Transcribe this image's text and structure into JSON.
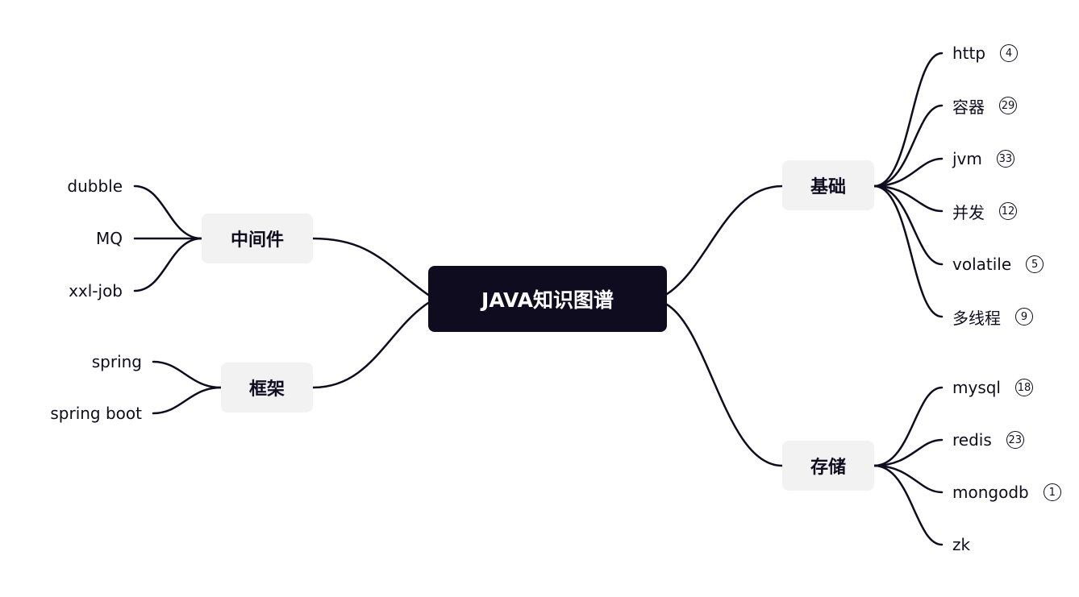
{
  "root": {
    "label": "JAVA知识图谱"
  },
  "colors": {
    "line": "#0e0c1e",
    "root_bg": "#0e0c1e",
    "branch_bg": "#f2f2f2"
  },
  "branches": [
    {
      "label": "基础",
      "children": [
        {
          "label": "http",
          "count": "4"
        },
        {
          "label": "容器",
          "count": "29"
        },
        {
          "label": "jvm",
          "count": "33"
        },
        {
          "label": "并发",
          "count": "12"
        },
        {
          "label": "volatile",
          "count": "5"
        },
        {
          "label": "多线程",
          "count": "9"
        }
      ]
    },
    {
      "label": "存储",
      "children": [
        {
          "label": "mysql",
          "count": "18"
        },
        {
          "label": "redis",
          "count": "23"
        },
        {
          "label": "mongodb",
          "count": "1"
        },
        {
          "label": "zk",
          "count": null
        }
      ]
    },
    {
      "label": "中间件",
      "children": [
        {
          "label": "dubble"
        },
        {
          "label": "MQ"
        },
        {
          "label": "xxl-job"
        }
      ]
    },
    {
      "label": "框架",
      "children": [
        {
          "label": "spring"
        },
        {
          "label": "spring boot"
        }
      ]
    }
  ]
}
